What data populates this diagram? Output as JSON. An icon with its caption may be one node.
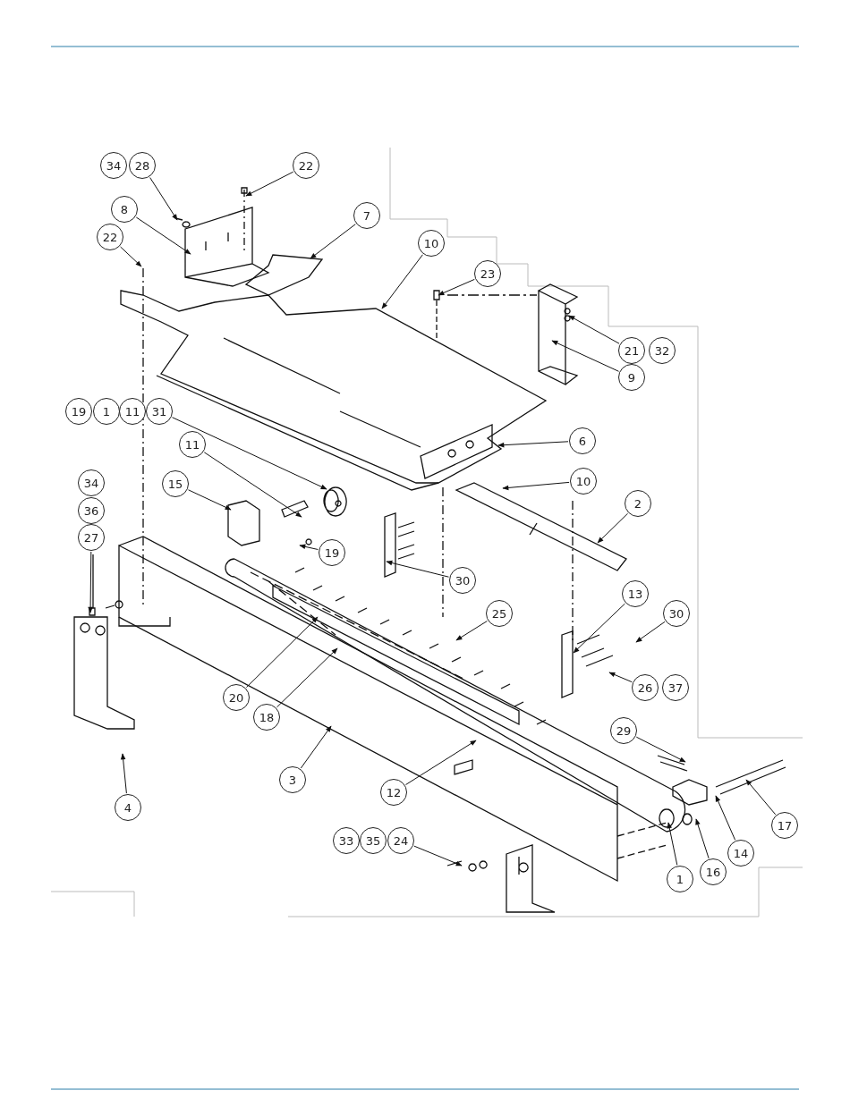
{
  "diagram": {
    "nodes": [
      {
        "text": [
          "34"
        ]
      },
      {
        "text": [
          "28"
        ]
      },
      {
        "text": [
          "22"
        ]
      },
      {
        "text": [
          "8"
        ]
      },
      {
        "text": [
          "7"
        ]
      },
      {
        "text": [
          "22"
        ]
      },
      {
        "text": [
          "10"
        ]
      },
      {
        "text": [
          "23"
        ]
      },
      {
        "text": [
          "21"
        ]
      },
      {
        "text": [
          "32"
        ]
      },
      {
        "text": [
          "9"
        ]
      },
      {
        "text": [
          "19"
        ]
      },
      {
        "text": [
          "1"
        ]
      },
      {
        "text": [
          "11"
        ]
      },
      {
        "text": [
          "31"
        ]
      },
      {
        "text": [
          "6"
        ]
      },
      {
        "text": [
          "11"
        ]
      },
      {
        "text": [
          "15"
        ]
      },
      {
        "text": [
          "10"
        ]
      },
      {
        "text": [
          "34"
        ]
      },
      {
        "text": [
          "36"
        ]
      },
      {
        "text": [
          "27"
        ]
      },
      {
        "text": [
          "2"
        ]
      },
      {
        "text": [
          "19"
        ]
      },
      {
        "text": [
          "30"
        ]
      },
      {
        "text": [
          "25"
        ]
      },
      {
        "text": [
          "13"
        ]
      },
      {
        "text": [
          "30"
        ]
      },
      {
        "text": [
          "26"
        ]
      },
      {
        "text": [
          "37"
        ]
      },
      {
        "text": [
          "20"
        ]
      },
      {
        "text": [
          "18"
        ]
      },
      {
        "text": [
          "3"
        ]
      },
      {
        "text": [
          "4"
        ]
      },
      {
        "text": [
          "29"
        ]
      },
      {
        "text": [
          "12"
        ]
      },
      {
        "text": [
          "17"
        ]
      },
      {
        "text": [
          "14"
        ]
      },
      {
        "text": [
          "33"
        ]
      },
      {
        "text": [
          "35"
        ]
      },
      {
        "text": [
          "24"
        ]
      },
      {
        "text": [
          "16"
        ]
      },
      {
        "text": [
          "1"
        ]
      }
    ],
    "edges": [
      {
        "from": 1,
        "to": null,
        "arrow": "to"
      },
      {
        "from": 2,
        "to": null,
        "arrow": "to"
      },
      {
        "from": 3,
        "to": null,
        "arrow": "to"
      },
      {
        "from": 4,
        "to": null,
        "arrow": "to"
      },
      {
        "from": 5,
        "to": null,
        "arrow": "to"
      },
      {
        "from": 6,
        "to": null,
        "arrow": "to"
      },
      {
        "from": 7,
        "to": null,
        "arrow": "to"
      },
      {
        "from": 8,
        "to": null,
        "arrow": "to"
      },
      {
        "from": 10,
        "to": null,
        "arrow": "to"
      },
      {
        "from": 14,
        "to": null,
        "arrow": "to"
      },
      {
        "from": 15,
        "to": null,
        "arrow": "to"
      },
      {
        "from": 16,
        "to": null,
        "arrow": "to"
      },
      {
        "from": 17,
        "to": null,
        "arrow": "to"
      },
      {
        "from": 18,
        "to": null,
        "arrow": "to"
      },
      {
        "from": 21,
        "to": null,
        "arrow": "to"
      },
      {
        "from": 22,
        "to": null,
        "arrow": "to"
      },
      {
        "from": 23,
        "to": null,
        "arrow": "to"
      },
      {
        "from": 24,
        "to": null,
        "arrow": "to"
      },
      {
        "from": 25,
        "to": null,
        "arrow": "to"
      },
      {
        "from": 26,
        "to": null,
        "arrow": "to"
      },
      {
        "from": 27,
        "to": null,
        "arrow": "to"
      },
      {
        "from": 28,
        "to": null,
        "arrow": "to"
      },
      {
        "from": 30,
        "to": null,
        "arrow": "to"
      },
      {
        "from": 31,
        "to": null,
        "arrow": "to"
      },
      {
        "from": 32,
        "to": null,
        "arrow": "to"
      },
      {
        "from": 33,
        "to": null,
        "arrow": "to"
      },
      {
        "from": 34,
        "to": null,
        "arrow": "to"
      },
      {
        "from": 35,
        "to": null,
        "arrow": "to"
      },
      {
        "from": 36,
        "to": null,
        "arrow": "to"
      },
      {
        "from": 37,
        "to": null,
        "arrow": "to"
      },
      {
        "from": 40,
        "to": null,
        "arrow": "to"
      },
      {
        "from": 41,
        "to": null,
        "arrow": "to"
      },
      {
        "from": 42,
        "to": null,
        "arrow": "to"
      }
    ]
  }
}
